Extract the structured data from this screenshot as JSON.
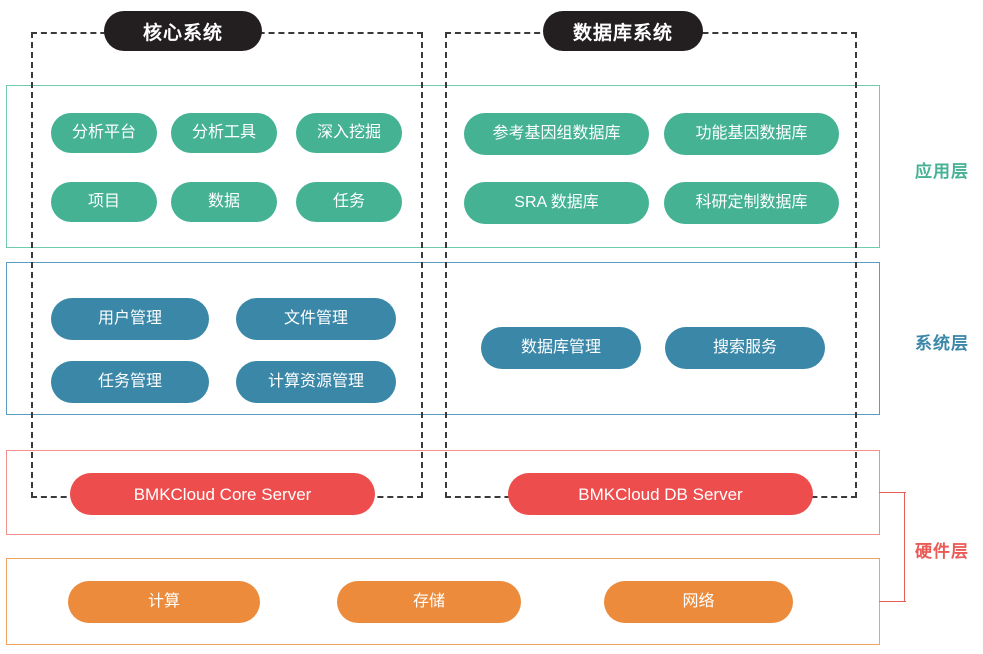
{
  "diagram": {
    "title_badges": [
      {
        "label": "核心系统"
      },
      {
        "label": "数据库系统"
      }
    ],
    "layers": [
      {
        "id": "application",
        "label": "应用层",
        "color": "#45b294",
        "border_color": "#6fcaae"
      },
      {
        "id": "system",
        "label": "系统层",
        "color": "#3a87a8",
        "border_color": "#5b9dc0"
      },
      {
        "id": "hardware",
        "label": "硬件层",
        "color": "#ea5b56",
        "border_color_server": "#f0908c",
        "border_color_resource": "#f0a464"
      }
    ],
    "application_layer": {
      "core_nodes": [
        "分析平台",
        "分析工具",
        "深入挖掘",
        "项目",
        "数据",
        "任务"
      ],
      "database_nodes": [
        "参考基因组数据库",
        "功能基因数据库",
        "SRA 数据库",
        "科研定制数据库"
      ]
    },
    "system_layer": {
      "core_nodes": [
        "用户管理",
        "文件管理",
        "任务管理",
        "计算资源管理"
      ],
      "database_nodes": [
        "数据库管理",
        "搜索服务"
      ]
    },
    "hardware_layer": {
      "servers": [
        "BMKCloud Core Server",
        "BMKCloud DB Server"
      ],
      "resources": [
        "计算",
        "存储",
        "网络"
      ]
    }
  }
}
